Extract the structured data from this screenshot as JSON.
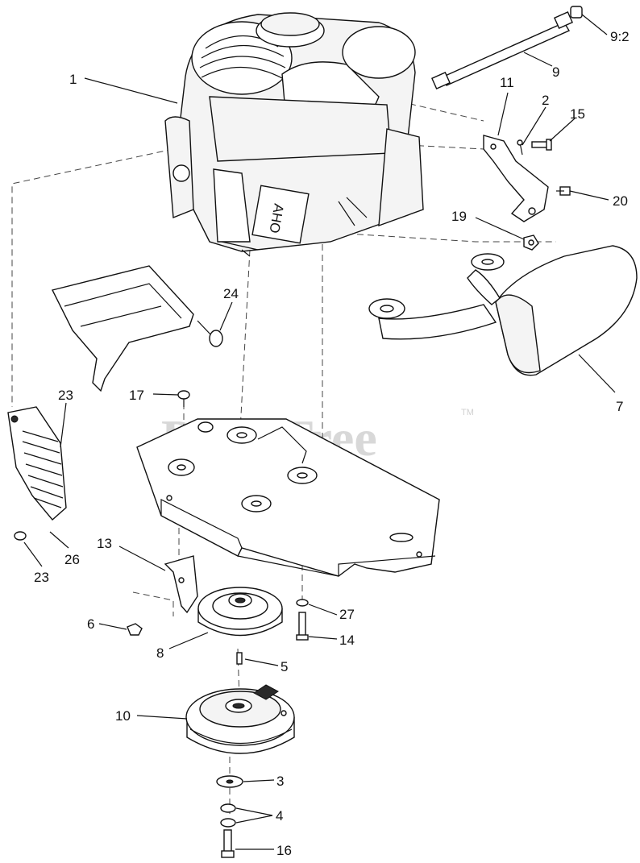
{
  "watermark": {
    "text": "PartsTree",
    "tm": "TM"
  },
  "engine_label": "AHO",
  "callouts": {
    "c1": "1",
    "c2": "2",
    "c3": "3",
    "c4": "4",
    "c5": "5",
    "c6": "6",
    "c7": "7",
    "c8": "8",
    "c9": "9",
    "c9_2": "9:2",
    "c10": "10",
    "c11": "11",
    "c13": "13",
    "c14": "14",
    "c15": "15",
    "c16": "16",
    "c17": "17",
    "c19": "19",
    "c20": "20",
    "c23a": "23",
    "c23b": "23",
    "c24": "24",
    "c26": "26",
    "c27": "27"
  }
}
